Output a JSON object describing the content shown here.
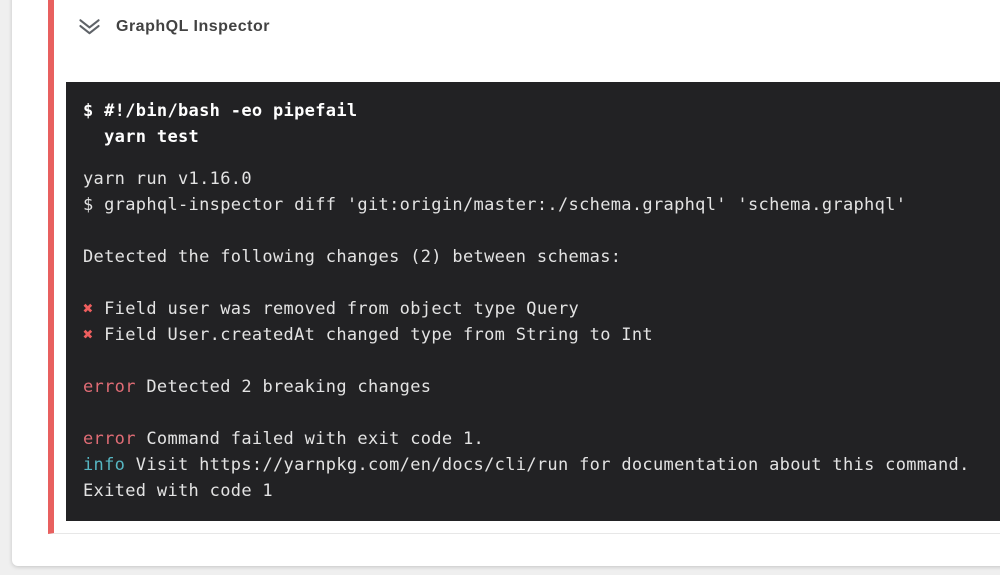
{
  "colors": {
    "page_bg": "#efefef",
    "card_bg": "#ffffff",
    "border": "#e7e7e7",
    "accent": "#e8605f",
    "title_color": "#424242",
    "icon_color": "#5f6368",
    "terminal_bg": "#222224",
    "terminal_text": "#e3e3e3",
    "terminal_bold": "#ffffff",
    "red": "#e06c75",
    "x_red": "#ee5e5e",
    "cyan": "#56b6c2"
  },
  "step": {
    "title": "GraphQL Inspector",
    "collapse_icon": "double-chevron-down-icon"
  },
  "terminal": {
    "command_lines": [
      "$ #!/bin/bash -eo pipefail",
      "  yarn test"
    ],
    "output_lines": [
      [
        {
          "t": "yarn run v1.16.0"
        }
      ],
      [
        {
          "t": "$ graphql-inspector diff 'git:origin/master:./schema.graphql' 'schema.graphql'"
        }
      ],
      [],
      [
        {
          "t": "Detected the following changes (2) between schemas:"
        }
      ],
      [],
      [
        {
          "t": "✖",
          "c": "x"
        },
        {
          "t": " Field user was removed from object type Query"
        }
      ],
      [
        {
          "t": "✖",
          "c": "x"
        },
        {
          "t": " Field User.createdAt changed type from String to Int"
        }
      ],
      [],
      [
        {
          "t": "error",
          "c": "red"
        },
        {
          "t": " Detected 2 breaking changes"
        }
      ],
      [],
      [
        {
          "t": "error",
          "c": "red"
        },
        {
          "t": " Command failed with exit code 1."
        }
      ],
      [
        {
          "t": "info",
          "c": "cyan"
        },
        {
          "t": " Visit https://yarnpkg.com/en/docs/cli/run for documentation about this command."
        }
      ],
      [
        {
          "t": "Exited with code 1"
        }
      ]
    ]
  }
}
